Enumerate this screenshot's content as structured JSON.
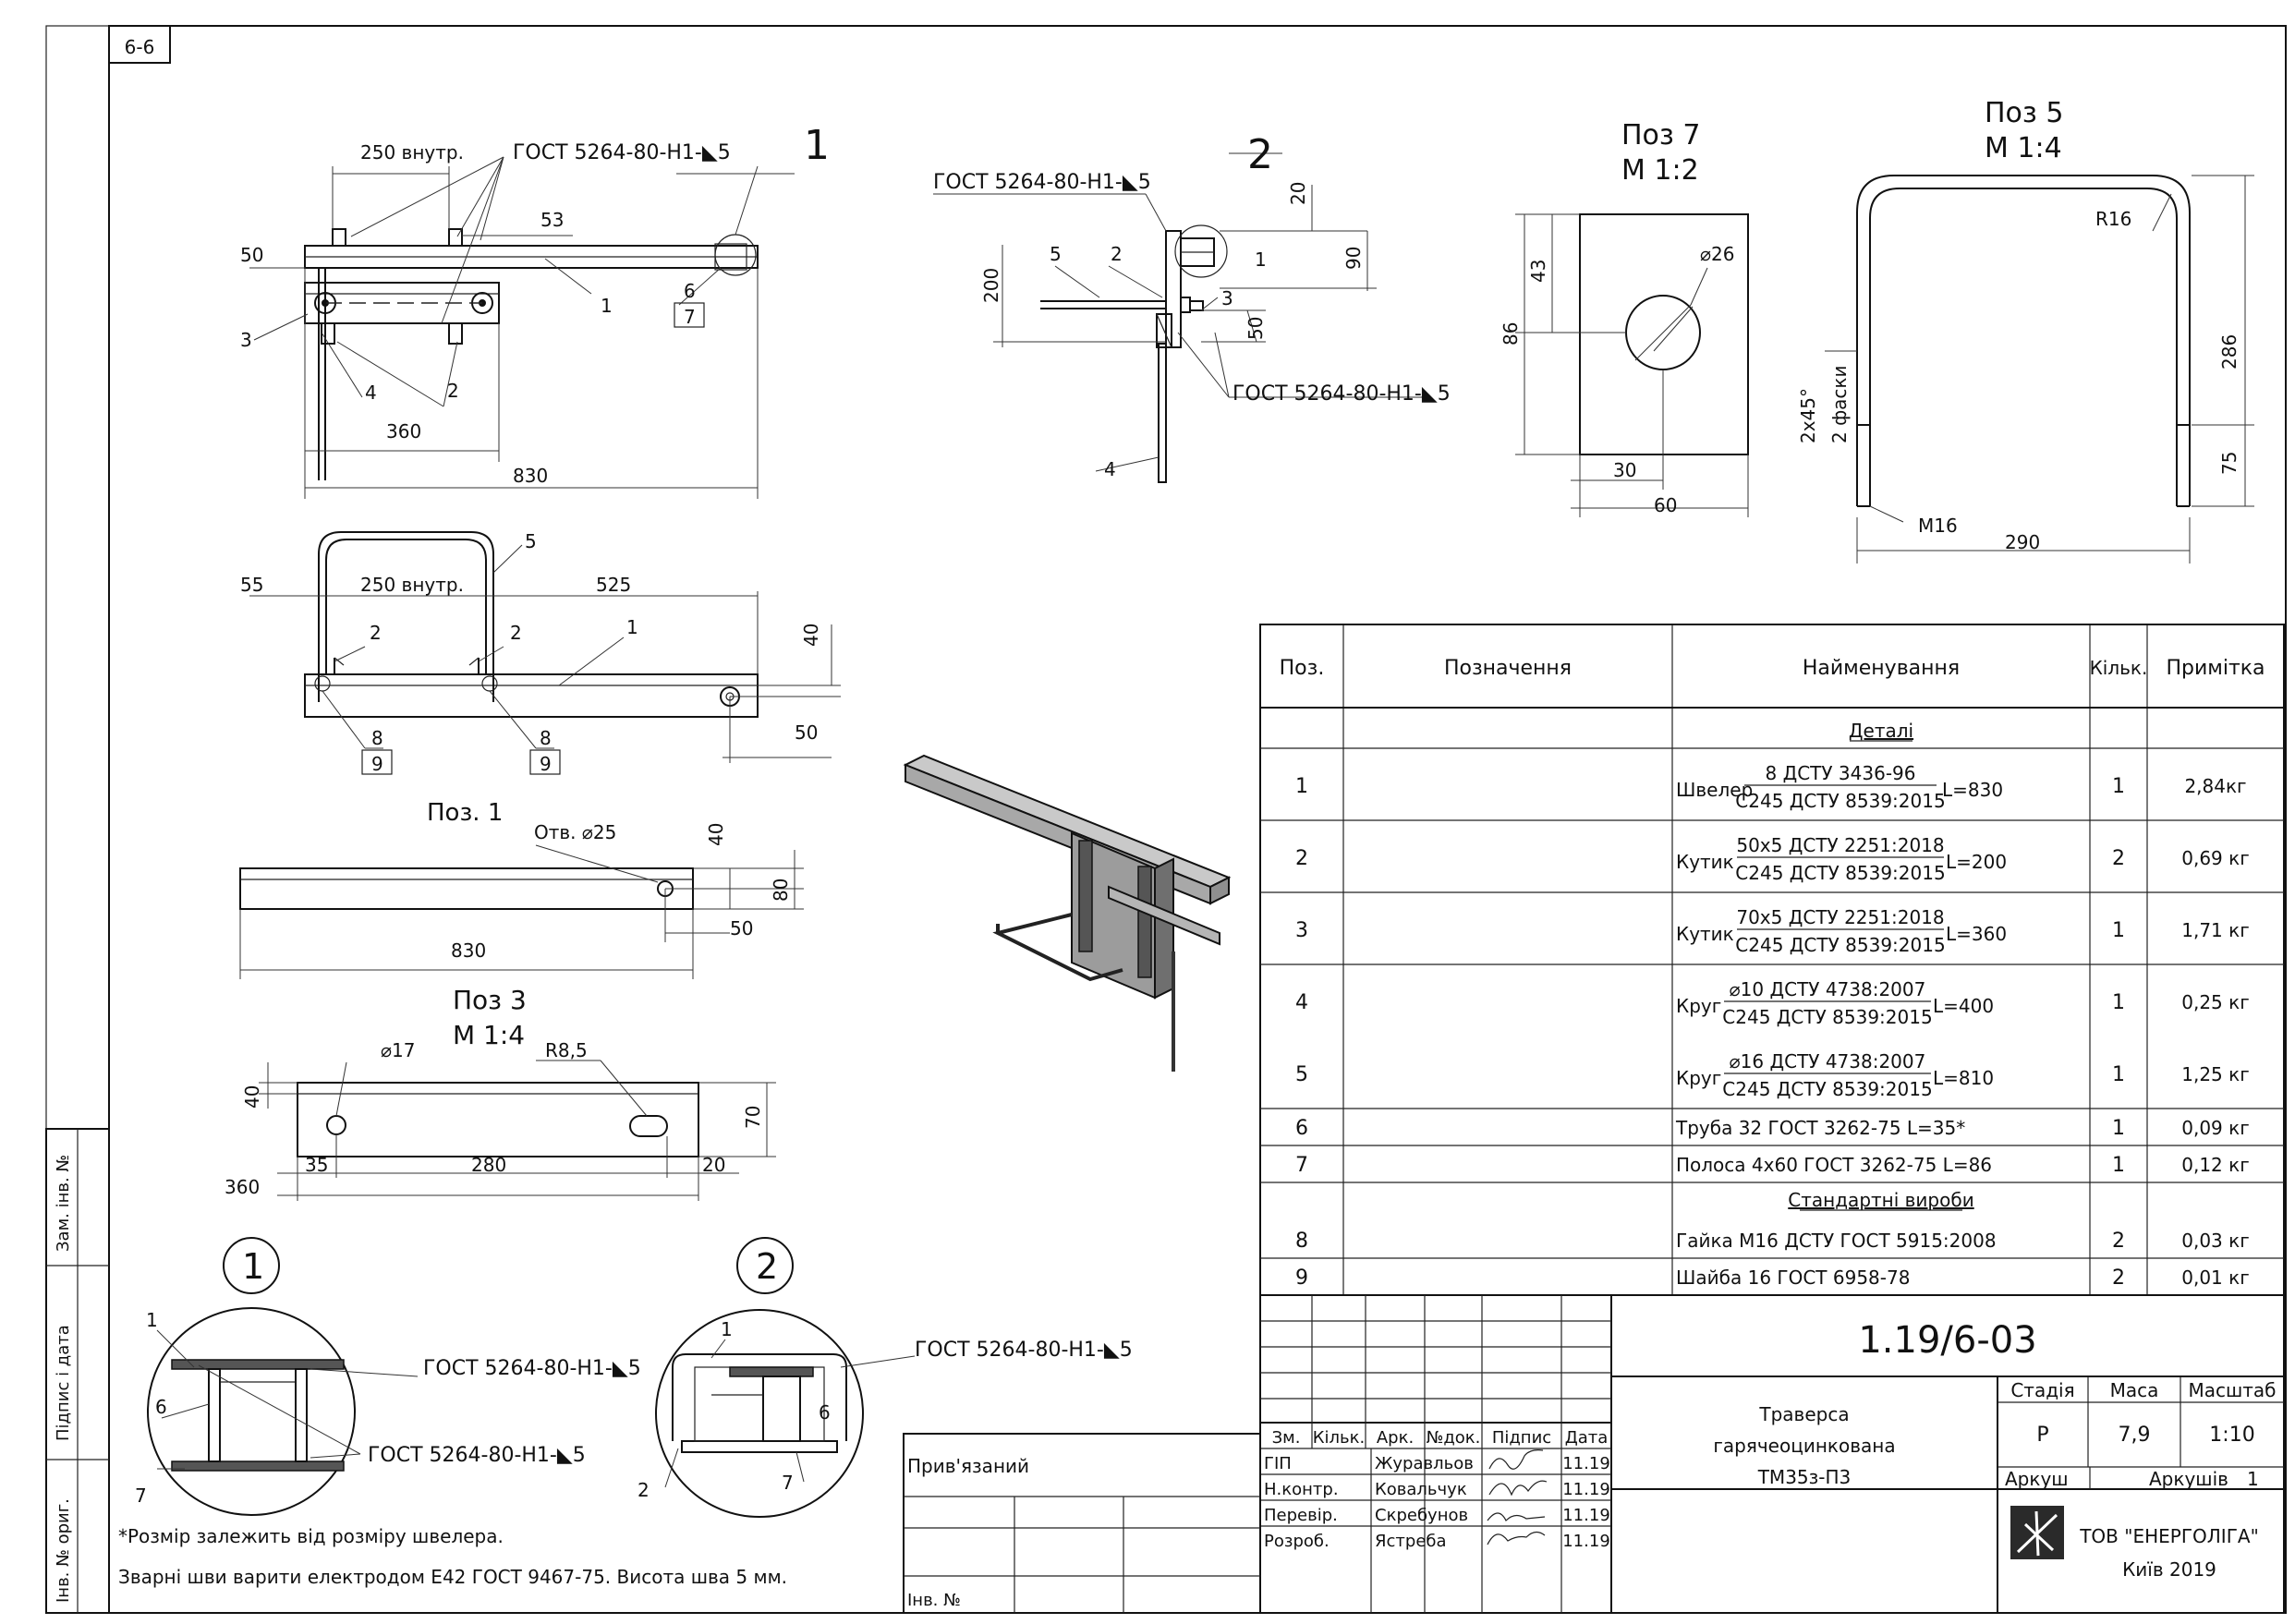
{
  "sheet_code": "6-6",
  "side_stamp": {
    "zam_inv": "Зам. інв. №",
    "pidpys_data": "Підпис і дата",
    "inv_orig": "Інв. № ориг."
  },
  "view_front": {
    "callout_1": "1",
    "gost_label": "ГОСТ 5264-80-Н1-◣5",
    "dim_250": "250 внутр.",
    "dim_53": "53",
    "dim_50": "50",
    "dim_360": "360",
    "dim_830": "830",
    "pos_1": "1",
    "pos_2": "2",
    "pos_3": "3",
    "pos_4": "4",
    "pos_6": "6",
    "pos_7": "7"
  },
  "view_side": {
    "callout_2": "2",
    "gost_top": "ГОСТ 5264-80-Н1-◣5",
    "gost_bottom": "ГОСТ 5264-80-Н1-◣5",
    "dim_20": "20",
    "dim_90": "90",
    "dim_200": "200",
    "dim_50": "50",
    "pos_1": "1",
    "pos_2": "2",
    "pos_3": "3",
    "pos_4": "4",
    "pos_5": "5"
  },
  "view_top": {
    "dim_55": "55",
    "dim_250": "250 внутр.",
    "dim_525": "525",
    "dim_40": "40",
    "dim_50": "50",
    "pos_1": "1",
    "pos_2a": "2",
    "pos_2b": "2",
    "pos_5": "5",
    "pos_8a": "8",
    "pos_9a": "9",
    "pos_8b": "8",
    "pos_9b": "9"
  },
  "pos1_view": {
    "title": "Поз. 1",
    "hole": "Отв. ⌀25",
    "dim_40": "40",
    "dim_80": "80",
    "dim_50": "50",
    "dim_830": "830"
  },
  "pos3_view": {
    "title": "Поз 3",
    "scale": "М 1:4",
    "d17": "⌀17",
    "r85": "R8,5",
    "dim_40": "40",
    "dim_70": "70",
    "dim_35": "35",
    "dim_280": "280",
    "dim_20": "20",
    "dim_360": "360"
  },
  "pos7_view": {
    "title": "Поз 7",
    "scale": "М 1:2",
    "d26": "⌀26",
    "dim_43": "43",
    "dim_86": "86",
    "dim_30": "30",
    "dim_60": "60"
  },
  "pos5_view": {
    "title": "Поз 5",
    "scale": "М 1:4",
    "r16": "R16",
    "dim_286": "286",
    "chamfer": "2х45°",
    "chamfer2": "2 фаски",
    "dim_75": "75",
    "m16": "М16",
    "dim_290": "290"
  },
  "detail_1": {
    "num": "1",
    "gost": "ГОСТ 5264-80-Н1-◣5",
    "gost2": "ГОСТ 5264-80-Н1-◣5",
    "p1": "1",
    "p6": "6",
    "p7": "7"
  },
  "detail_2": {
    "num": "2",
    "gost": "ГОСТ 5264-80-Н1-◣5",
    "p1": "1",
    "p2": "2",
    "p6": "6",
    "p7": "7"
  },
  "notes": {
    "note1": "*Розмір залежить від розміру швелера.",
    "note2": "Зварні шви варити електродом Е42 ГОСТ 9467-75. Висота шва 5 мм."
  },
  "spec": {
    "headers": [
      "Поз.",
      "Позначення",
      "Найменування",
      "Кільк.",
      "Примітка"
    ],
    "section_details": "Деталі",
    "section_standard": "Стандартні вироби",
    "rows": [
      {
        "pos": "1",
        "prefix": "Швелер",
        "top": "8 ДСТУ 3436-96",
        "bottom": "С245 ДСТУ 8539:2015",
        "suffix": "L=830",
        "qty": "1",
        "note": "2,84кг"
      },
      {
        "pos": "2",
        "prefix": "Кутик",
        "top": "50х5 ДСТУ 2251:2018",
        "bottom": "С245 ДСТУ 8539:2015",
        "suffix": "L=200",
        "qty": "2",
        "note": "0,69 кг"
      },
      {
        "pos": "3",
        "prefix": "Кутик",
        "top": "70х5 ДСТУ 2251:2018",
        "bottom": "С245 ДСТУ 8539:2015",
        "suffix": "L=360",
        "qty": "1",
        "note": "1,71 кг"
      },
      {
        "pos": "4",
        "prefix": "Круг",
        "top": "⌀10 ДСТУ 4738:2007",
        "bottom": "С245 ДСТУ 8539:2015",
        "suffix": "L=400",
        "qty": "1",
        "note": "0,25 кг"
      },
      {
        "pos": "5",
        "prefix": "Круг",
        "top": "⌀16 ДСТУ 4738:2007",
        "bottom": "С245 ДСТУ 8539:2015",
        "suffix": "L=810",
        "qty": "1",
        "note": "1,25 кг"
      },
      {
        "pos": "6",
        "text": "Труба 32 ГОСТ 3262-75 L=35*",
        "qty": "1",
        "note": "0,09 кг"
      },
      {
        "pos": "7",
        "text": "Полоса 4х60 ГОСТ 3262-75 L=86",
        "qty": "1",
        "note": "0,12 кг"
      },
      {
        "pos": "8",
        "text": "Гайка М16 ДСТУ ГОСТ 5915:2008",
        "qty": "2",
        "note": "0,03 кг"
      },
      {
        "pos": "9",
        "text": "Шайба 16 ГОСТ 6958-78",
        "qty": "2",
        "note": "0,01 кг"
      }
    ]
  },
  "title_block": {
    "doc_number": "1.19/6-03",
    "name_l1": "Траверса",
    "name_l2": "гарячеоцинкована",
    "name_l3": "ТМ35з-П3",
    "col_headers": [
      "Зм.",
      "Кільк.",
      "Арк.",
      "№док.",
      "Підпис",
      "Дата"
    ],
    "staff": [
      {
        "role": "ГІП",
        "name": "Журавльов",
        "date": "11.19"
      },
      {
        "role": "Н.контр.",
        "name": "Ковальчук",
        "date": "11.19"
      },
      {
        "role": "Перевір.",
        "name": "Скребунов",
        "date": "11.19"
      },
      {
        "role": "Розроб.",
        "name": "Ястреба",
        "date": "11.19"
      }
    ],
    "stage_label": "Стадія",
    "mass_label": "Маса",
    "scale_label": "Масштаб",
    "stage": "Р",
    "mass": "7,9",
    "scale": "1:10",
    "sheet_label": "Аркуш",
    "sheets_label": "Аркушів",
    "sheets": "1",
    "company": "ТОВ \"ЕНЕРГОЛІГА\"",
    "city": "Київ 2019",
    "pryvyazanyi": "Прив'язаний",
    "inv_no": "Інв. №"
  }
}
